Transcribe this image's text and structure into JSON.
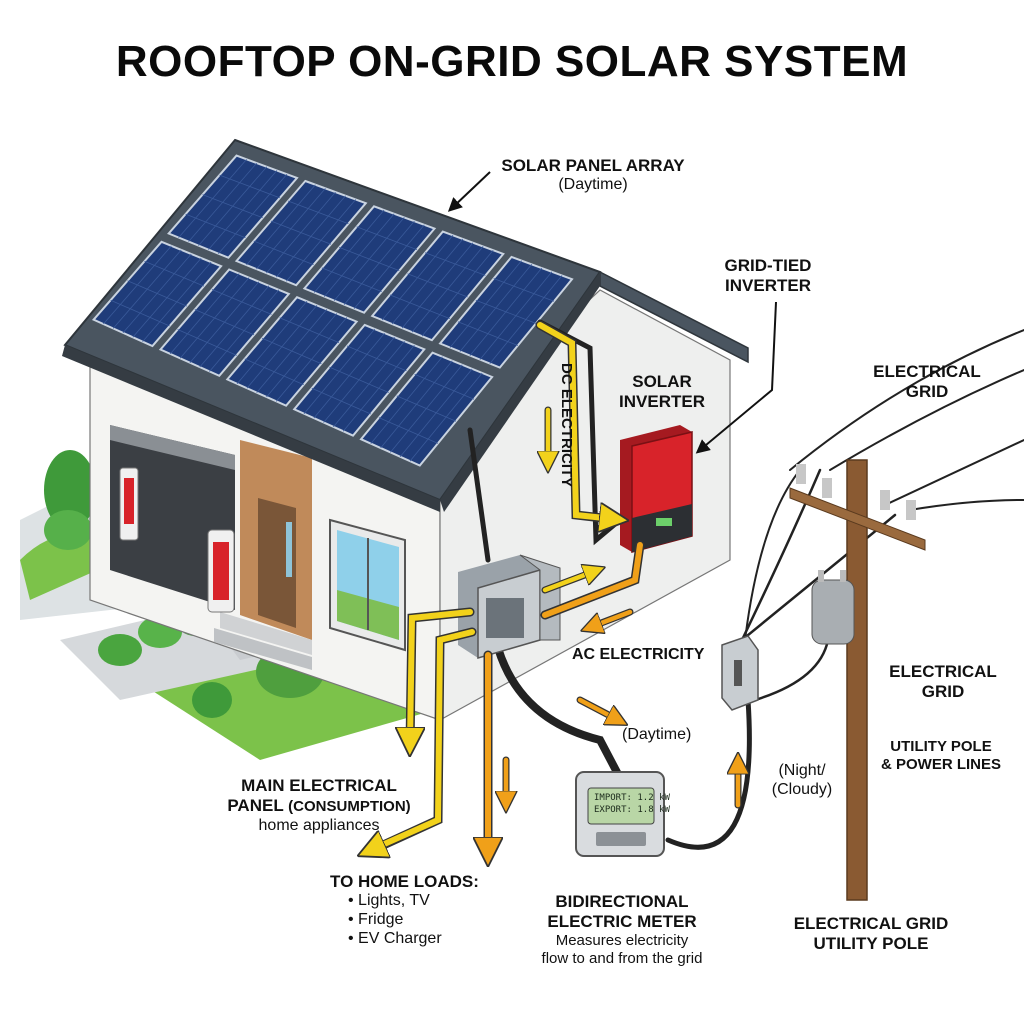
{
  "title": "ROOFTOP ON-GRID SOLAR SYSTEM",
  "labels": {
    "solar_panel_array": "SOLAR PANEL ARRAY",
    "solar_panel_array_sub": "(Daytime)",
    "grid_tied_line1": "GRID-TIED",
    "grid_tied_line2": "INVERTER",
    "solar_inverter_line1": "SOLAR",
    "solar_inverter_line2": "INVERTER",
    "dc_electricity": "DC ELECTRICITY",
    "ac_electricity": "AC ELECTRICITY",
    "electrical_grid_top_line1": "ELECTRICAL",
    "electrical_grid_top_line2": "GRID",
    "electrical_grid_mid_line1": "ELECTRICAL",
    "electrical_grid_mid_line2": "GRID",
    "utility_pole_line1": "UTILITY POLE",
    "utility_pole_line2": "& POWER LINES",
    "daytime": "(Daytime)",
    "night_line1": "(Night/",
    "night_line2": "(Cloudy)",
    "main_panel_line1": "MAIN ELECTRICAL",
    "main_panel_line2_a": "PANEL",
    "main_panel_line2_b": "(CONSUMPTION)",
    "main_panel_line3": "home appliances",
    "home_loads_title": "TO HOME LOADS:",
    "home_loads": [
      "• Lights, TV",
      "• Fridge",
      "• EV Charger"
    ],
    "meter_title_line1": "BIDIRECTIONAL",
    "meter_title_line2": "ELECTRIC METER",
    "meter_desc_line1": "Measures electricity",
    "meter_desc_line2": "flow to and from the grid",
    "grid_pole_line1": "ELECTRICAL GRID",
    "grid_pole_line2": "UTILITY POLE"
  },
  "meter_display": {
    "row1_label": "IMPORT:",
    "row1_value": "1.2 kW",
    "row2_label": "EXPORT:",
    "row2_value": "1.8 kW"
  },
  "colors": {
    "panel_blue": "#1f3c7a",
    "dc_arrow": "#f2d21b",
    "ac_arrow": "#f0a019",
    "inverter_red": "#d8232a",
    "roof_grey": "#4a5560",
    "pole_wood": "#8a5a32"
  }
}
